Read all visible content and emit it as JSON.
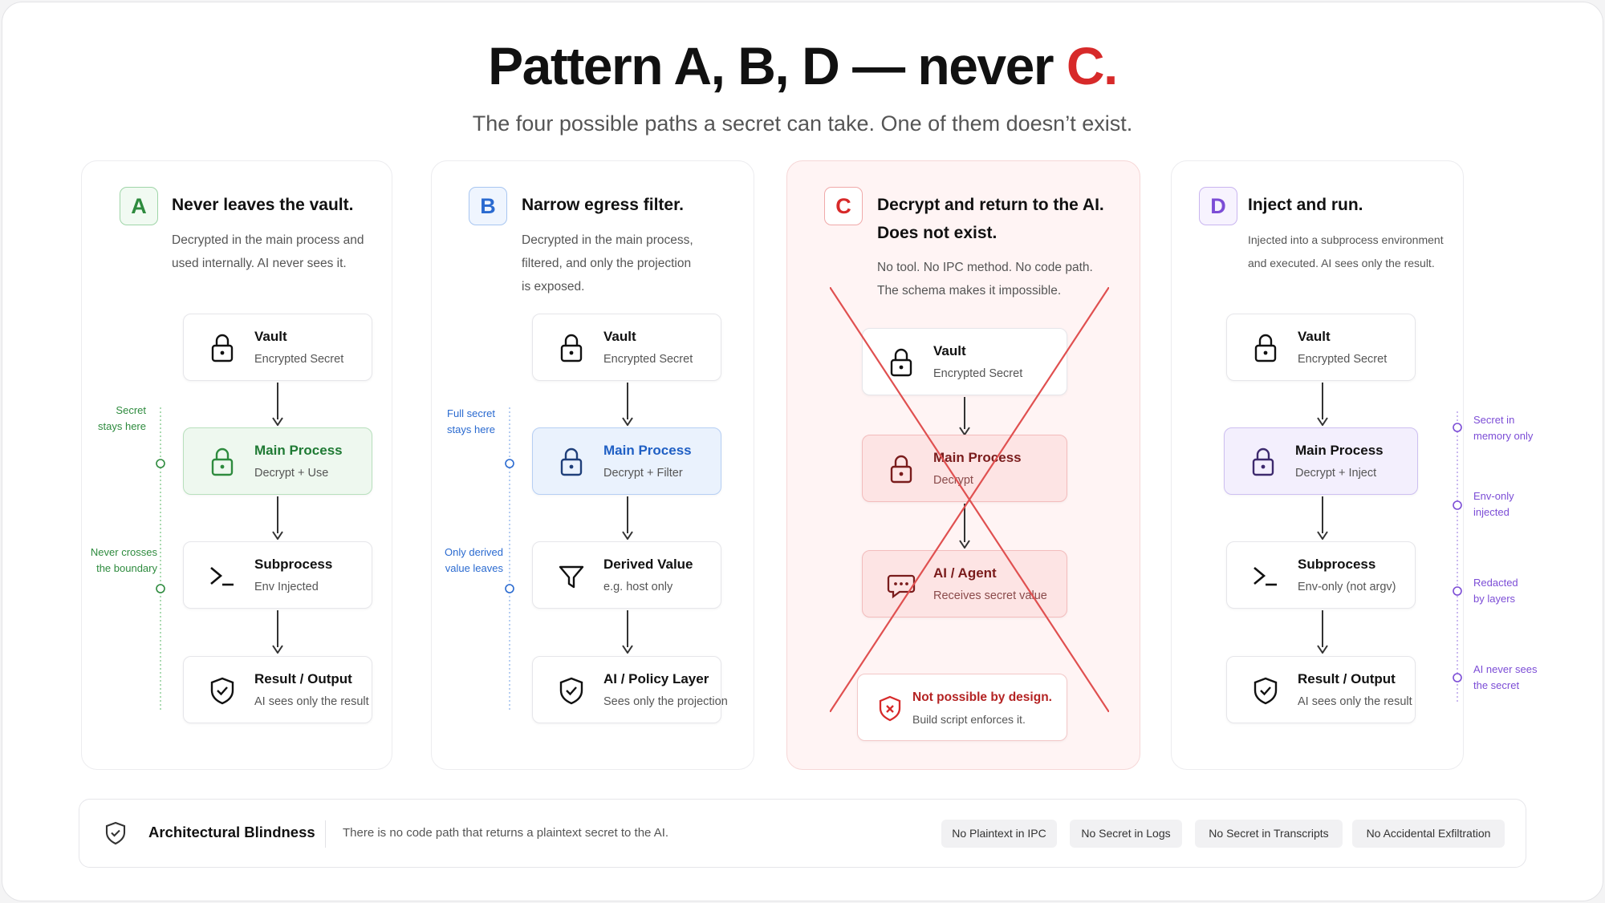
{
  "title": {
    "main": "Pattern A, B, D — never ",
    "accent": "C."
  },
  "subtitle": "The four possible paths a secret can take. One of them doesn’t exist.",
  "colors": {
    "green": "#2e8b3e",
    "blue": "#2a6ad0",
    "red": "#d72a2a",
    "purple": "#7c4dd6"
  },
  "patterns": {
    "a": {
      "badge": "A",
      "title": "Never leaves the vault.",
      "desc": [
        "Decrypted in the main process and",
        "used internally. AI never sees it."
      ],
      "nodes": [
        {
          "title": "Vault",
          "sub": "Encrypted Secret",
          "icon": "lock-icon"
        },
        {
          "title": "Main Process",
          "sub": "Decrypt + Use",
          "icon": "lock-icon"
        },
        {
          "title": "Subprocess",
          "sub": "Env Injected",
          "icon": "terminal-icon"
        },
        {
          "title": "Result / Output",
          "sub": "AI sees only the result",
          "icon": "shield-check-icon"
        }
      ],
      "rail": [
        [
          "Secret",
          "stays here"
        ],
        [
          "Never crosses",
          "the boundary"
        ]
      ]
    },
    "b": {
      "badge": "B",
      "title": "Narrow egress filter.",
      "desc": [
        "Decrypted in the main process,",
        "filtered, and only the projection",
        "is exposed."
      ],
      "nodes": [
        {
          "title": "Vault",
          "sub": "Encrypted Secret",
          "icon": "lock-icon"
        },
        {
          "title": "Main Process",
          "sub": "Decrypt + Filter",
          "icon": "lock-icon"
        },
        {
          "title": "Derived Value",
          "sub": "e.g. host only",
          "icon": "filter-icon"
        },
        {
          "title": "AI / Policy Layer",
          "sub": "Sees only the projection",
          "icon": "shield-check-icon"
        }
      ],
      "rail": [
        [
          "Full secret",
          "stays here"
        ],
        [
          "Only derived",
          "value leaves"
        ]
      ]
    },
    "c": {
      "badge": "C",
      "title": [
        "Decrypt and return to the AI.",
        "Does not exist."
      ],
      "desc": [
        "No tool. No IPC method. No code path.",
        "The schema makes it impossible."
      ],
      "nodes": [
        {
          "title": "Vault",
          "sub": "Encrypted Secret",
          "icon": "lock-icon"
        },
        {
          "title": "Main Process",
          "sub": "Decrypt",
          "icon": "lock-icon"
        },
        {
          "title": "AI / Agent",
          "sub": "Receives secret value",
          "icon": "chat-icon"
        },
        {
          "title": "Not possible by design.",
          "sub": "Build script enforces it.",
          "icon": "shield-x-icon"
        }
      ]
    },
    "d": {
      "badge": "D",
      "title": "Inject and run.",
      "desc": [
        "Injected into a subprocess environment",
        "and executed. AI sees only the result."
      ],
      "nodes": [
        {
          "title": "Vault",
          "sub": "Encrypted Secret",
          "icon": "lock-icon"
        },
        {
          "title": "Main Process",
          "sub": "Decrypt + Inject",
          "icon": "lock-icon"
        },
        {
          "title": "Subprocess",
          "sub": "Env-only (not argv)",
          "icon": "terminal-icon"
        },
        {
          "title": "Result / Output",
          "sub": "AI sees only the result",
          "icon": "shield-check-icon"
        }
      ],
      "rail": [
        [
          "Secret in",
          "memory only"
        ],
        [
          "Env-only",
          "injected"
        ],
        [
          "Redacted",
          "by layers"
        ],
        [
          "AI never sees",
          "the secret"
        ]
      ]
    }
  },
  "footer": {
    "icon": "shield-check-icon",
    "title": "Architectural Blindness",
    "desc": "There is no code path that returns a plaintext secret to the AI.",
    "tags": [
      "No Plaintext in IPC",
      "No Secret in Logs",
      "No Secret in Transcripts",
      "No Accidental Exfiltration"
    ]
  }
}
